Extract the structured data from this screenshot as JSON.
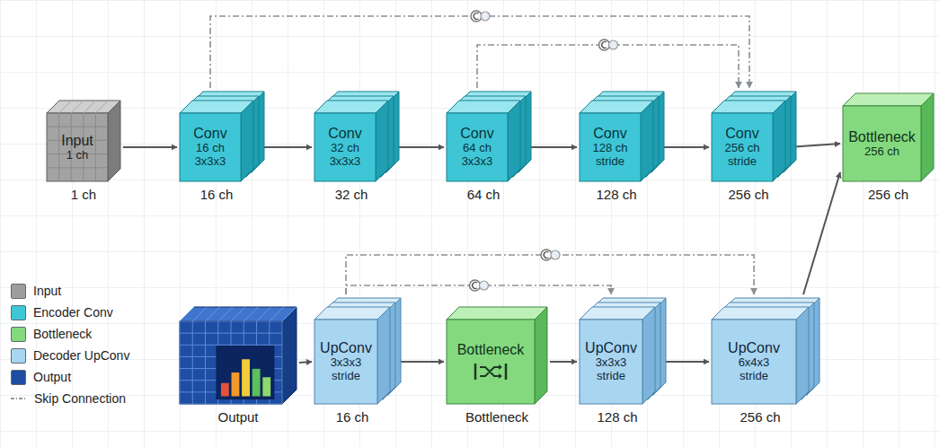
{
  "diagram": {
    "nodes": [
      {
        "text": [
          "Input 1 ch",
          "1 ch"
        ]
      },
      {
        "text": [
          "Conv 16 ch 3x3x3",
          "16 ch"
        ]
      },
      {
        "text": [
          "Conv 32 ch 3x3x3",
          "32 ch"
        ]
      },
      {
        "text": [
          "Conv 64 ch 3x3x3",
          "64 ch"
        ]
      },
      {
        "text": [
          "Conv 128 ch stride",
          "128 ch"
        ]
      },
      {
        "text": [
          "Conv 256 ch stride",
          "256 ch"
        ]
      },
      {
        "text": [
          "Bottleneck 256 ch",
          "256 ch"
        ]
      },
      {
        "text": [
          "Output"
        ]
      },
      {
        "text": [
          "UpConv 3x3x3 stride",
          "16 ch"
        ]
      },
      {
        "text": [
          "Bottleneck",
          "Bottleneck"
        ]
      },
      {
        "text": [
          "UpConv 3x3x3 stride",
          "128 ch"
        ]
      },
      {
        "text": [
          "UpConv 6x4x3 stride",
          "256 ch"
        ]
      }
    ],
    "edges": [
      {
        "from": 0,
        "to": 1,
        "arrow": "to"
      },
      {
        "from": 1,
        "to": 2,
        "arrow": "to"
      },
      {
        "from": 2,
        "to": 3,
        "arrow": "to"
      },
      {
        "from": 3,
        "to": 4,
        "arrow": "to"
      },
      {
        "from": 4,
        "to": 5,
        "arrow": "to"
      },
      {
        "from": 5,
        "to": 6,
        "arrow": "to"
      },
      {
        "from": 1,
        "to": 5,
        "arrow": "to"
      },
      {
        "from": 3,
        "to": 5,
        "arrow": "to"
      },
      {
        "from": 7,
        "to": 8,
        "arrow": "to"
      },
      {
        "from": 8,
        "to": 9,
        "arrow": "to"
      },
      {
        "from": 9,
        "to": 10,
        "arrow": "to"
      },
      {
        "from": 10,
        "to": 11,
        "arrow": "to"
      },
      {
        "from": 11,
        "to": 6,
        "arrow": "to"
      },
      {
        "from": 8,
        "to": 11,
        "arrow": "to"
      },
      {
        "from": 8,
        "to": 10,
        "arrow": "to"
      }
    ],
    "legend": [
      {
        "text": "Input",
        "color": "#9e9e9e"
      },
      {
        "text": "Encoder Conv",
        "color": "#3ec6d6"
      },
      {
        "text": "Bottleneck",
        "color": "#84d97f"
      },
      {
        "text": "Decoder UpConv",
        "color": "#a8d5f0"
      },
      {
        "text": "Output",
        "color": "#1d4ea3"
      },
      {
        "text": "Skip Connection"
      }
    ]
  }
}
